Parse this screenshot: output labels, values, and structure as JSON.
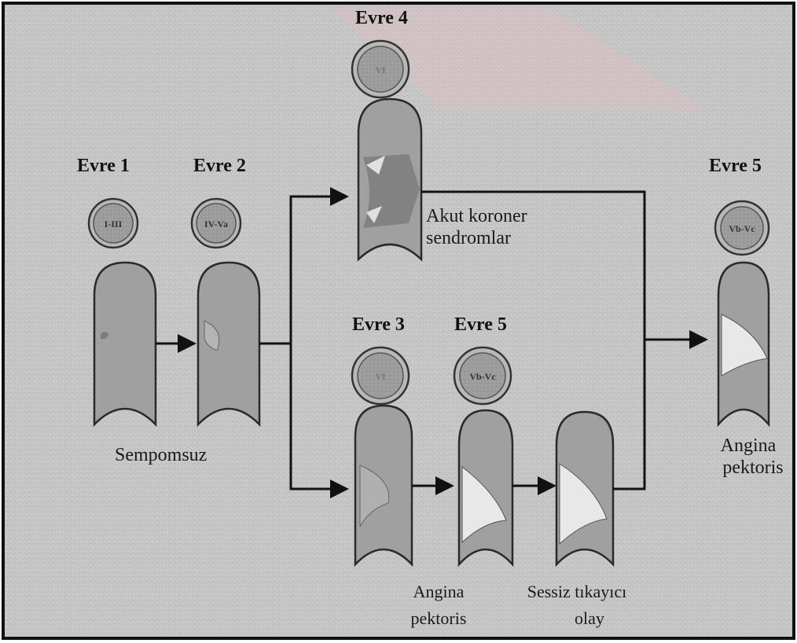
{
  "stages": {
    "evre1": "Evre 1",
    "evre2": "Evre 2",
    "evre3": "Evre 3",
    "evre4": "Evre 4",
    "evre5_mid": "Evre 5",
    "evre5_right": "Evre 5"
  },
  "lesion_types": {
    "evre1": "I-III",
    "evre2": "IV-Va",
    "evre3": "VI",
    "evre4": "VI",
    "evre5_mid": "Vb-Vc",
    "evre5_right": "Vb-Vc"
  },
  "captions": {
    "asymptomatic": "Sempomsuz",
    "acute_line1": "Akut koroner",
    "acute_line2": "sendromlar",
    "angina_mid_line1": "Angina",
    "angina_mid_line2": "pektoris",
    "silent_line1": "Sessiz tıkayıcı",
    "silent_line2": "olay",
    "angina_right_line1": "Angina",
    "angina_right_line2": "pektoris"
  },
  "colors": {
    "background": "#c6c6c6",
    "vessel": "#a0a0a0",
    "outline": "#2a2a2a",
    "lumen": "#e8e8e8"
  }
}
